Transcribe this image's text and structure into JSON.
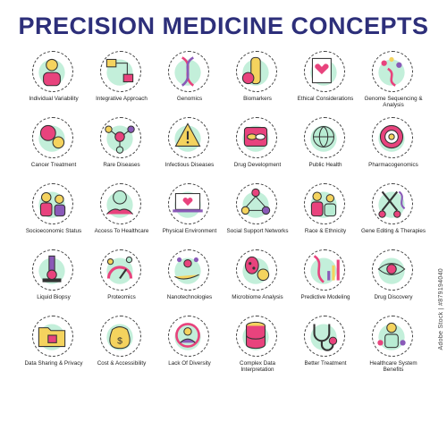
{
  "title": "PRECISION MEDICINE CONCEPTS",
  "watermark": "Adobe Stock | #879194040",
  "colors": {
    "title": "#2d2f7a",
    "pink": "#e8437d",
    "green": "#b8ecd3",
    "yellow": "#f4d35e",
    "purple": "#8a5ab8",
    "outline": "#333333"
  },
  "concepts": [
    {
      "label": "Individual Variability",
      "icon": "person-dna-icon"
    },
    {
      "label": "Integrative Approach",
      "icon": "flowchart-icon"
    },
    {
      "label": "Genomics",
      "icon": "dna-icon"
    },
    {
      "label": "Biomarkers",
      "icon": "test-tube-icon"
    },
    {
      "label": "Ethical Considerations",
      "icon": "document-doctor-icon"
    },
    {
      "label": "Genome Sequencing & Analysis",
      "icon": "dna-dots-icon"
    },
    {
      "label": "Cancer Treatment",
      "icon": "cells-icon"
    },
    {
      "label": "Rare Diseases",
      "icon": "molecule-icon"
    },
    {
      "label": "Infectious Diseases",
      "icon": "virus-warning-icon"
    },
    {
      "label": "Drug Development",
      "icon": "pills-icon"
    },
    {
      "label": "Public Health",
      "icon": "globe-people-icon"
    },
    {
      "label": "Pharmacogenomics",
      "icon": "target-dna-icon"
    },
    {
      "label": "Socioeconomic Status",
      "icon": "graduates-icon"
    },
    {
      "label": "Access To Healthcare",
      "icon": "hands-globe-icon"
    },
    {
      "label": "Physical Environment",
      "icon": "laptop-heart-icon"
    },
    {
      "label": "Social Support Networks",
      "icon": "network-people-icon"
    },
    {
      "label": "Race & Ethnicity",
      "icon": "family-icon"
    },
    {
      "label": "Gene Editing & Therapies",
      "icon": "scissors-dna-icon"
    },
    {
      "label": "Liquid Biopsy",
      "icon": "microscope-icon"
    },
    {
      "label": "Proteomics",
      "icon": "gauge-network-icon"
    },
    {
      "label": "Nanotechnologies",
      "icon": "hand-molecule-icon"
    },
    {
      "label": "Microbiome Analysis",
      "icon": "bacteria-icon"
    },
    {
      "label": "Predictive Modeling",
      "icon": "dna-chart-icon"
    },
    {
      "label": "Drug Discovery",
      "icon": "eye-pill-icon"
    },
    {
      "label": "Data Sharing & Privacy",
      "icon": "folder-lock-icon"
    },
    {
      "label": "Cost & Accessibility",
      "icon": "money-bag-icon"
    },
    {
      "label": "Lack Of Diversity",
      "icon": "people-circle-icon"
    },
    {
      "label": "Complex Data Interpretation",
      "icon": "database-icon"
    },
    {
      "label": "Better Treatment",
      "icon": "stethoscope-icon"
    },
    {
      "label": "Healthcare System Benefits",
      "icon": "doctor-cycle-icon"
    }
  ]
}
